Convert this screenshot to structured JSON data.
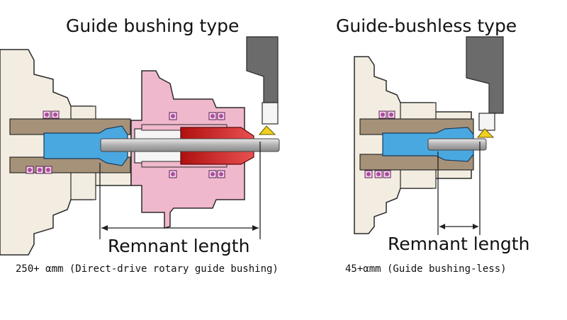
{
  "left_panel": {
    "title": "Guide bushing type",
    "dimension_label": "Remnant length",
    "caption": "250+ αmm (Direct-drive rotary guide bushing)"
  },
  "right_panel": {
    "title": "Guide-bushless type",
    "dimension_label": "Remnant length",
    "caption": "45+αmm (Guide bushing-less)"
  },
  "colors": {
    "housing_beige": "#f2ede0",
    "outline": "#2a2a2a",
    "collet_blue": "#4aa8e0",
    "spindle_tan": "#a69279",
    "bearing_purple": "#b04aa0",
    "guide_bushing_pink": "#f0b8cc",
    "guide_bushing_red": "#c81e1e",
    "bar_stock_gray": "#b8b8b8",
    "tool_holder_gray": "#6b6b6b",
    "cutting_insert_yellow": "#f0d020"
  }
}
